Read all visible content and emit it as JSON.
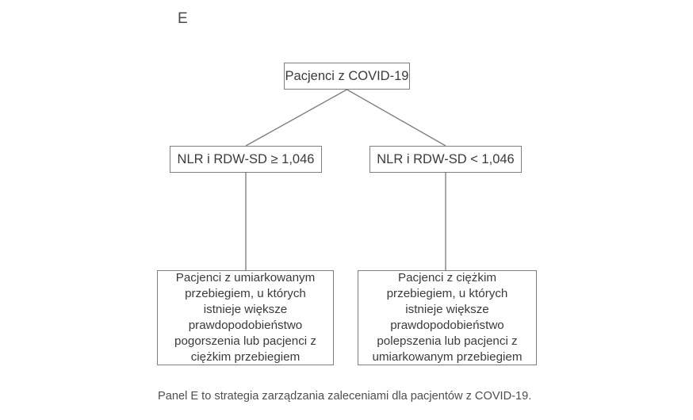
{
  "figure": {
    "panel_letter": "E",
    "caption": "Panel E to strategia zarządzania zaleceniami dla pacjentów z COVID-19.",
    "colors": {
      "box_border": "#7e7e7e",
      "connector": "#808080",
      "text": "#3b3b3b",
      "caption_text": "#4e4e4e",
      "background": "#ffffff"
    }
  },
  "diagram": {
    "type": "flowchart",
    "orientation": "top-down",
    "nodes": [
      {
        "id": "root",
        "label": "Pacjenci z COVID-19",
        "level": 0
      },
      {
        "id": "branch-high",
        "label": "NLR i RDW-SD ≥ 1,046",
        "level": 1,
        "side": "left"
      },
      {
        "id": "branch-low",
        "label": "NLR i RDW-SD < 1,046",
        "level": 1,
        "side": "right"
      },
      {
        "id": "outcome-left",
        "label": "Pacjenci z umiarkowanym\nprzebiegiem, u których\nistnieje większe\nprawdopodobieństwo\npogorszenia lub pacjenci z\nciężkim przebiegiem",
        "level": 2,
        "side": "left"
      },
      {
        "id": "outcome-right",
        "label": "Pacjenci z ciężkim\nprzebiegiem, u których\nistnieje większe\nprawdopodobieństwo\npolepszenia lub pacjenci z\numiarkowanym przebiegiem",
        "level": 2,
        "side": "right"
      }
    ],
    "edges": [
      {
        "from": "root",
        "to": "branch-high",
        "style": "diagonal"
      },
      {
        "from": "root",
        "to": "branch-low",
        "style": "diagonal"
      },
      {
        "from": "branch-high",
        "to": "outcome-left",
        "style": "vertical"
      },
      {
        "from": "branch-low",
        "to": "outcome-right",
        "style": "vertical"
      }
    ]
  }
}
